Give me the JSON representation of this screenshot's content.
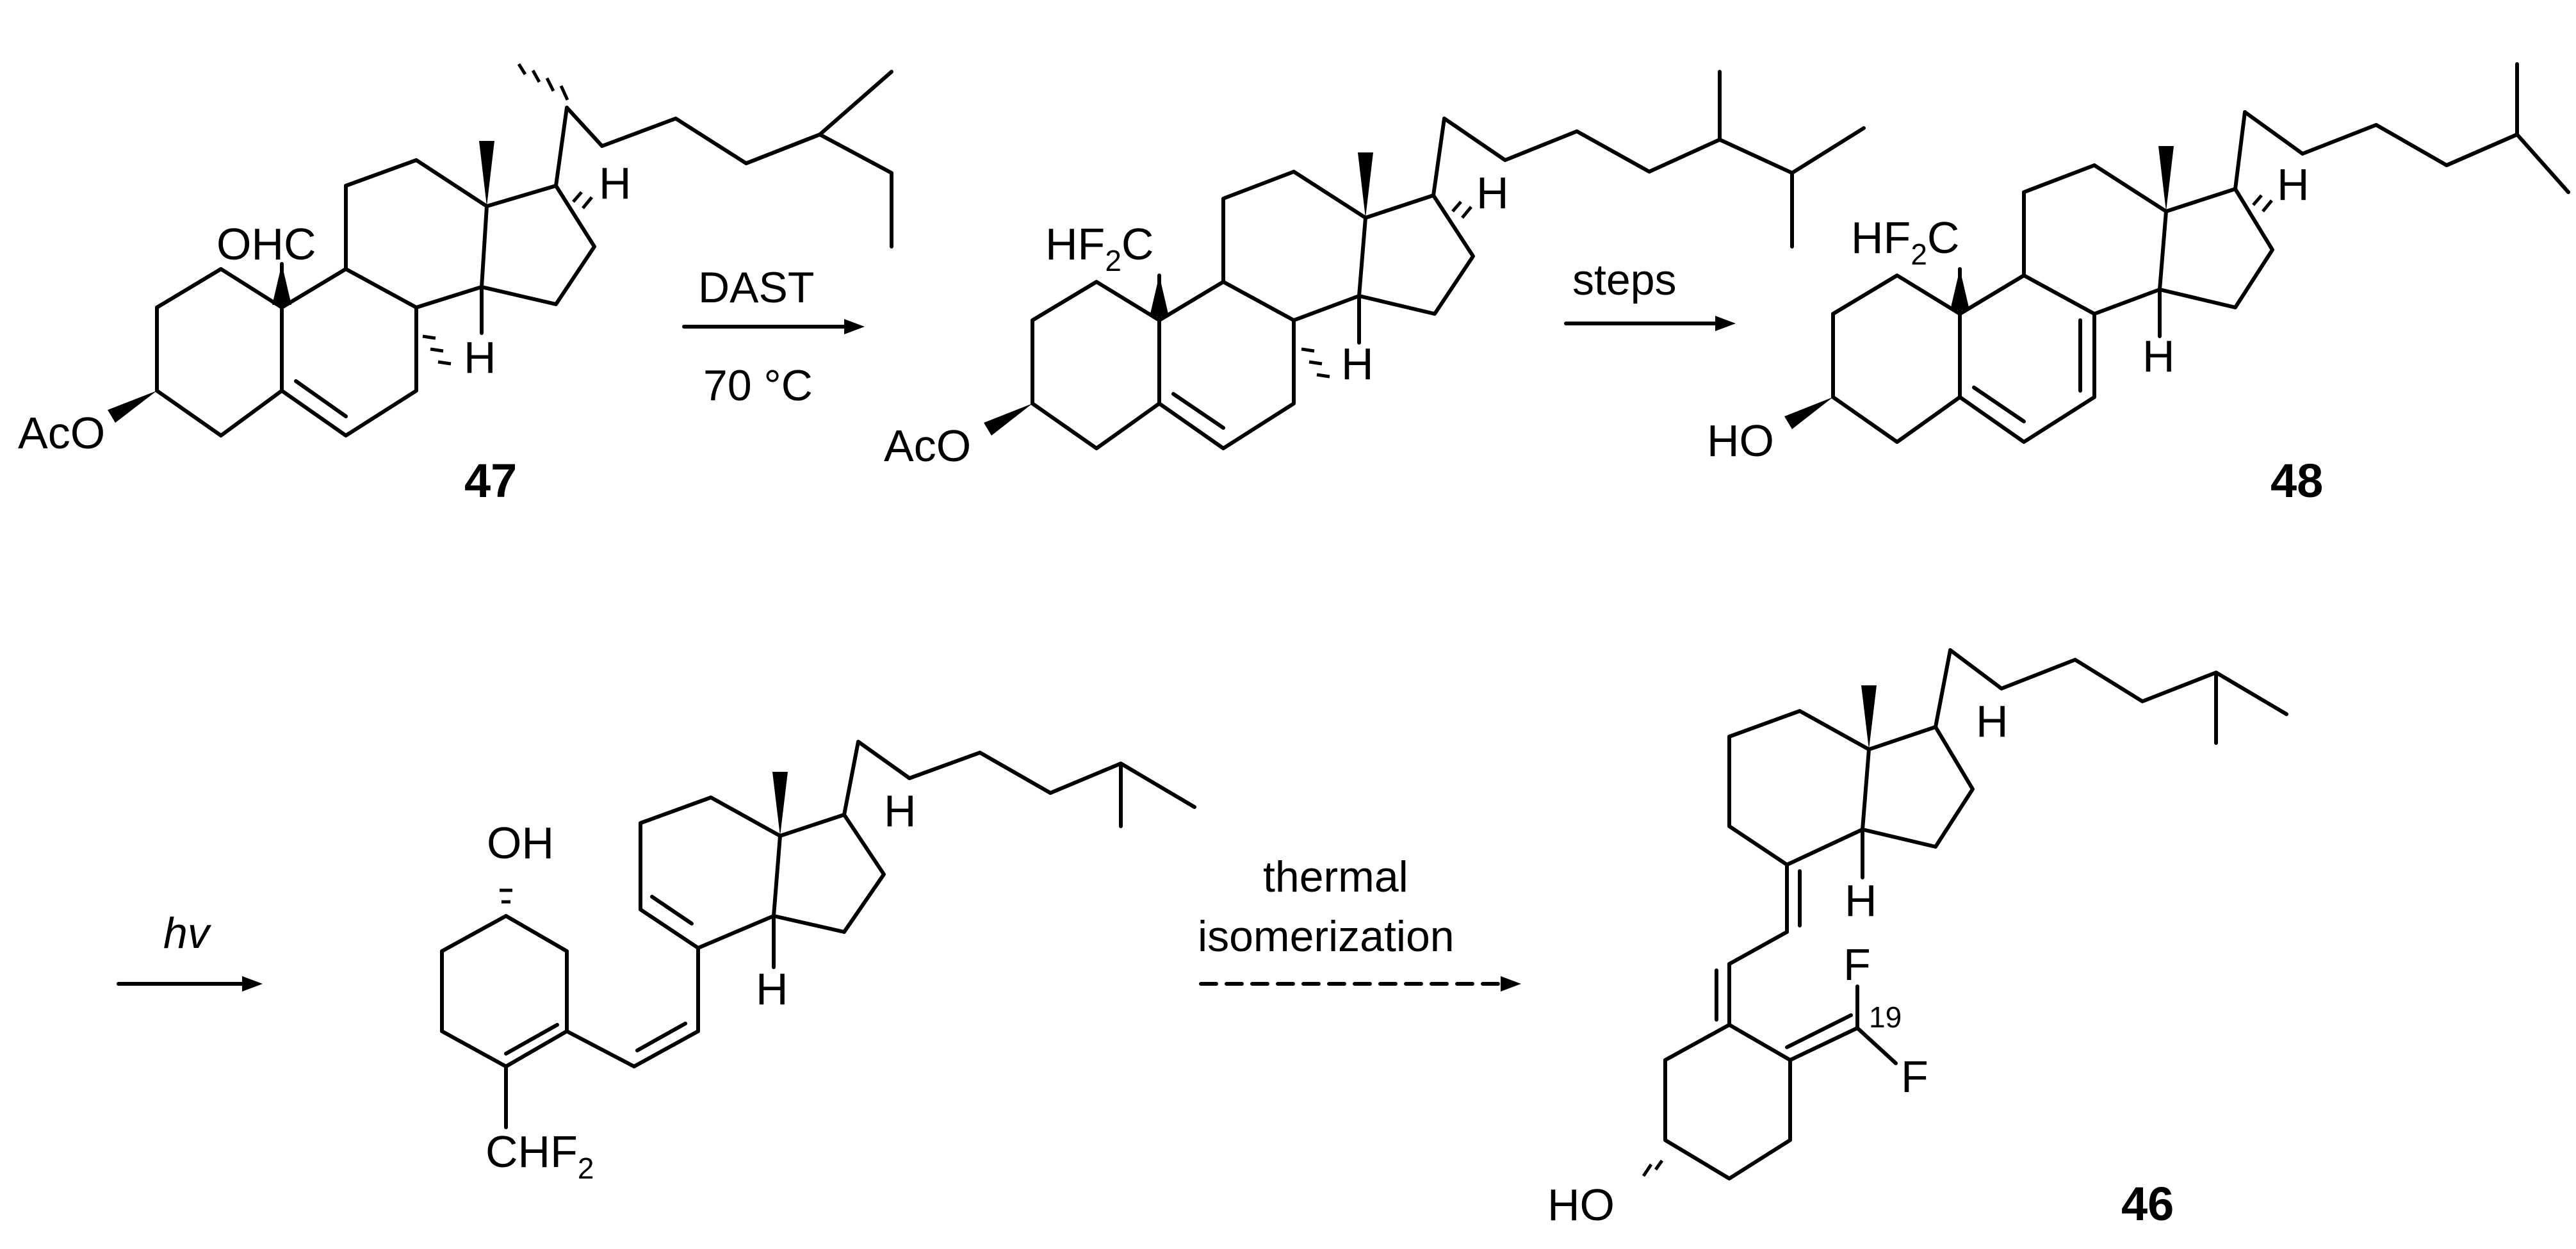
{
  "compounds": {
    "c47": {
      "number": "47",
      "aldehyde_label": "OHC",
      "ester_label": "AcO",
      "h17": "H",
      "h14": "H"
    },
    "difluoro_intermediate": {
      "cf2_main": "HF",
      "cf2_sub": "2",
      "cf2_tail": "C",
      "ester_label": "AcO",
      "h17": "H",
      "h14": "H"
    },
    "c48": {
      "number": "48",
      "cf2_main": "HF",
      "cf2_sub": "2",
      "cf2_tail": "C",
      "hydroxyl_label": "HO",
      "h17": "H",
      "h14": "H"
    },
    "previtamin": {
      "hydroxyl_label": "OH",
      "chf2_main": "CHF",
      "chf2_sub": "2",
      "h17": "H",
      "h14": "H"
    },
    "c46": {
      "number": "46",
      "hydroxyl_label": "HO",
      "f_top": "F",
      "f_bottom": "F",
      "position_label": "19",
      "h17": "H",
      "h14": "H"
    }
  },
  "arrows": {
    "dast": {
      "reagent": "DAST",
      "conditions": "70 °C"
    },
    "steps": {
      "label": "steps"
    },
    "hv": {
      "label": "hv"
    },
    "thermal": {
      "line1": "thermal",
      "line2": "isomerization"
    }
  },
  "colors": {
    "ink": "#000000",
    "background": "#ffffff"
  }
}
